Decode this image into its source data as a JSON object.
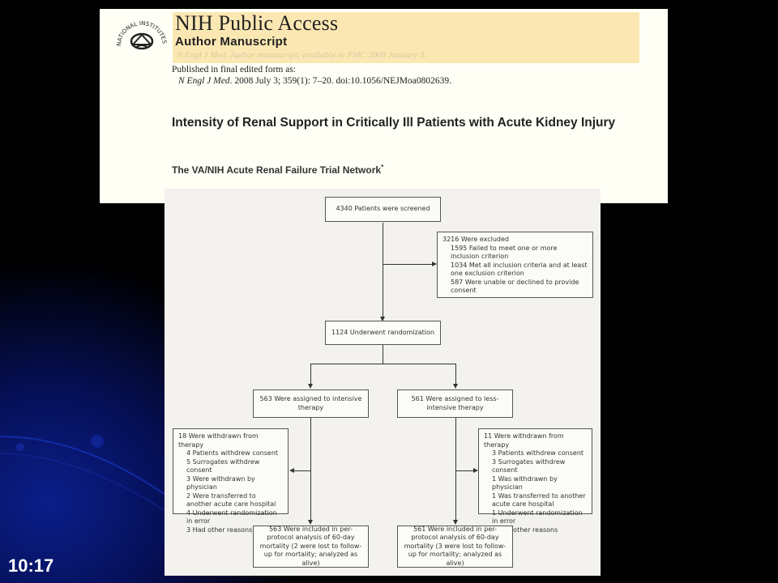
{
  "header": {
    "seal_text": "NATIONAL INSTITUTES OF HEALTH",
    "title": "NIH Public Access",
    "subtitle": "Author Manuscript",
    "manuscript_citation": "N Engl J Med. Author manuscript; available in PMC 2009 January 3.",
    "published_label": "Published in final edited form as:",
    "published_journal": "N Engl J Med",
    "published_details": ". 2008 July 3; 359(1): 7–20. doi:10.1056/NEJMoa0802639.",
    "article_title": "Intensity of Renal Support in Critically Ill Patients with Acute Kidney Injury",
    "authors": "The VA/NIH Acute Renal Failure Trial Network",
    "authors_mark": "*"
  },
  "flowchart": {
    "screened": "4340 Patients were screened",
    "excluded": {
      "title": "3216 Were excluded",
      "items": [
        "1595 Failed to meet one or more inclusion criterion",
        "1034 Met all inclusion criteria and at least one exclusion criterion",
        "587 Were unable or declined to provide consent"
      ]
    },
    "randomized": "1124 Underwent randomization",
    "intensive": "563 Were assigned to intensive therapy",
    "less_intensive": "561 Were assigned to less-intensive therapy",
    "withdrawn_intensive": {
      "title": "18 Were withdrawn from therapy",
      "items": [
        "4 Patients withdrew consent",
        "5 Surrogates withdrew consent",
        "3 Were withdrawn by physician",
        "2 Were transferred to another acute care hospital",
        "4 Underwent randomization in error",
        "3 Had other reasons"
      ]
    },
    "withdrawn_less": {
      "title": "11 Were withdrawn from therapy",
      "items": [
        "3 Patients withdrew consent",
        "3 Surrogates withdrew consent",
        "1 Was withdrawn by physician",
        "1 Was transferred to another acute care hospital",
        "1 Underwent randomization in error",
        "2 Had other reasons"
      ]
    },
    "analysis_intensive": "563 Were included in per-protocol analysis of 60-day mortality (2 were lost to follow-up for mortality; analyzed as alive)",
    "analysis_less": "561 Were included in per-protocol analysis of 60-day mortality (3 were lost to follow-up for mortality; analyzed as alive)"
  },
  "clock": "10:17",
  "colors": {
    "background": "#000000",
    "banner": "#fbe7b2",
    "glow": "#0a1e8a"
  }
}
